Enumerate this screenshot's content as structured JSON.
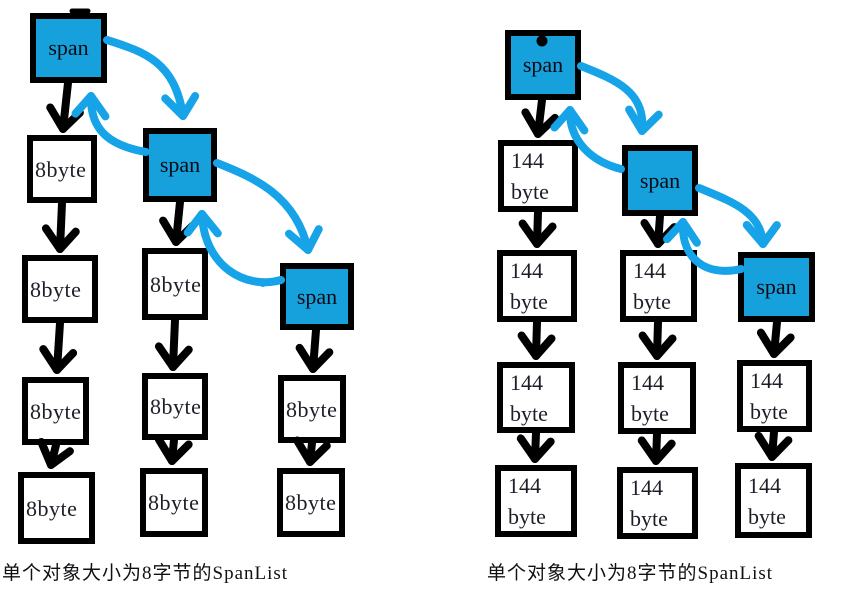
{
  "colors": {
    "background": "#ffffff",
    "span_fill": "#16a1dd",
    "link_blue": "#16a3e8",
    "box_border": "#000000",
    "arrow_black": "#000000",
    "label_text": "#1e1e28"
  },
  "left_diagram": {
    "caption": "单个对象大小为8字节的SpanList",
    "span_label": "span",
    "object_label": "8byte",
    "chains": [
      {
        "span": "span",
        "object_count": 4
      },
      {
        "span": "span",
        "object_count": 3
      },
      {
        "span": "span",
        "object_count": 2
      }
    ]
  },
  "right_diagram": {
    "caption": "单个对象大小为8字节的SpanList",
    "span_label": "span",
    "object_label": "144\nbyte",
    "chains": [
      {
        "span": "span",
        "object_count": 4
      },
      {
        "span": "span",
        "object_count": 3
      },
      {
        "span": "span",
        "object_count": 2
      }
    ]
  }
}
